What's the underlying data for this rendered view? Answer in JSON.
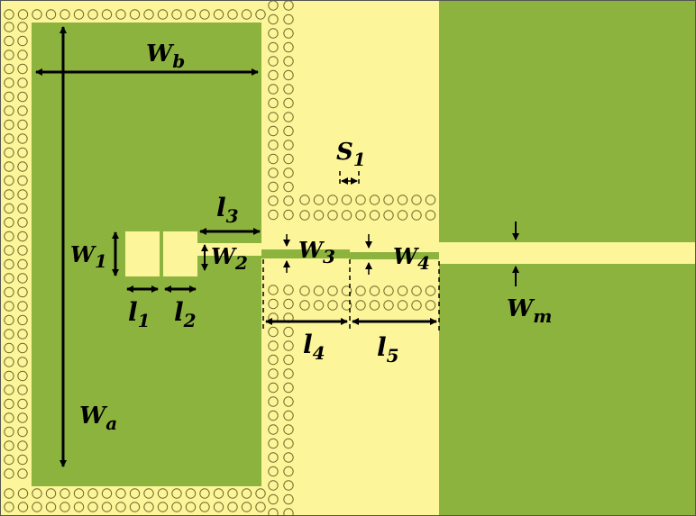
{
  "colors": {
    "substrate": "#fdf59a",
    "ground": "#8db33f",
    "slot": "#fdf59a",
    "via_stroke": "#6e6a2a",
    "arrow": "#000000",
    "border": "#555555"
  },
  "labels": {
    "wb": {
      "main": "W",
      "sub": "b"
    },
    "wa": {
      "main": "W",
      "sub": "a"
    },
    "w1": {
      "main": "W",
      "sub": "1"
    },
    "w2": {
      "main": "W",
      "sub": "2"
    },
    "w3": {
      "main": "W",
      "sub": "3"
    },
    "w4": {
      "main": "W",
      "sub": "4"
    },
    "wm": {
      "main": "W",
      "sub": "m"
    },
    "l1": {
      "main": "l",
      "sub": "1"
    },
    "l2": {
      "main": "l",
      "sub": "2"
    },
    "l3": {
      "main": "l",
      "sub": "3"
    },
    "l4": {
      "main": "l",
      "sub": "4"
    },
    "l5": {
      "main": "l",
      "sub": "5"
    },
    "s1": {
      "main": "S",
      "sub": "1"
    }
  }
}
